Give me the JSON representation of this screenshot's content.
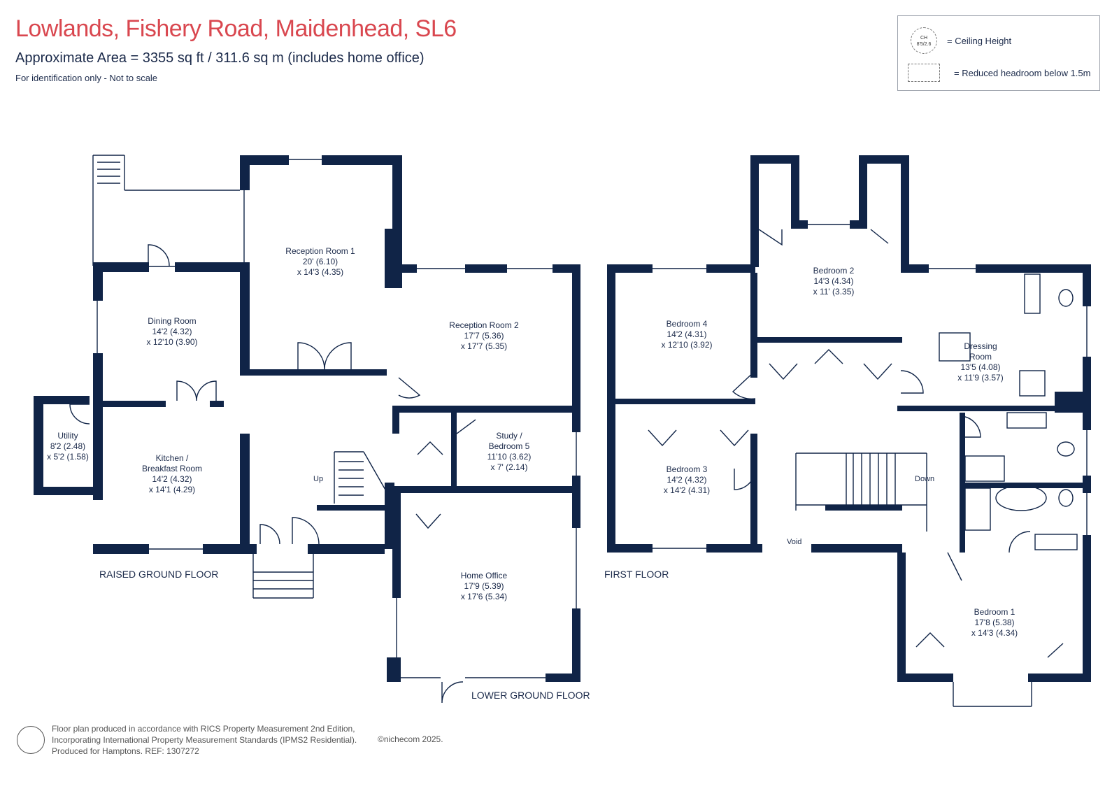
{
  "header": {
    "title": "Lowlands, Fishery Road, Maidenhead, SL6",
    "subtitle": "Approximate Area = 3355 sq ft / 311.6 sq m (includes home office)",
    "note": "For identification only - Not to scale"
  },
  "legend": {
    "ch_symbol": "CH\n8'5/2.6",
    "ceiling_height": "= Ceiling Height",
    "reduced_headroom": "= Reduced headroom below 1.5m"
  },
  "floors": {
    "raised_ground": "RAISED GROUND FLOOR",
    "lower_ground": "LOWER GROUND FLOOR",
    "first": "FIRST FLOOR"
  },
  "rooms": {
    "reception1": [
      "Reception Room 1",
      "20' (6.10)",
      "x 14'3 (4.35)"
    ],
    "dining": [
      "Dining Room",
      "14'2 (4.32)",
      "x 12'10 (3.90)"
    ],
    "reception2": [
      "Reception Room 2",
      "17'7 (5.36)",
      "x 17'7 (5.35)"
    ],
    "utility": [
      "Utility",
      "8'2 (2.48)",
      "x 5'2 (1.58)"
    ],
    "kitchen": [
      "Kitchen /",
      "Breakfast Room",
      "14'2 (4.32)",
      "x 14'1 (4.29)"
    ],
    "study": [
      "Study /",
      "Bedroom 5",
      "11'10 (3.62)",
      "x 7' (2.14)"
    ],
    "home_office": [
      "Home Office",
      "17'9 (5.39)",
      "x 17'6 (5.34)"
    ],
    "bedroom2": [
      "Bedroom 2",
      "14'3 (4.34)",
      "x 11' (3.35)"
    ],
    "bedroom4": [
      "Bedroom 4",
      "14'2 (4.31)",
      "x 12'10 (3.92)"
    ],
    "dressing": [
      "Dressing",
      "Room",
      "13'5 (4.08)",
      "x 11'9 (3.57)"
    ],
    "bedroom3": [
      "Bedroom 3",
      "14'2 (4.32)",
      "x 14'2 (4.31)"
    ],
    "bedroom1": [
      "Bedroom 1",
      "17'8 (5.38)",
      "x 14'3 (4.34)"
    ]
  },
  "labels": {
    "up": "Up",
    "down": "Down",
    "void": "Void"
  },
  "footer": {
    "line1": "Floor plan produced in accordance with RICS Property Measurement 2nd Edition,",
    "line2": "Incorporating International Property Measurement Standards (IPMS2 Residential).",
    "line3": "Produced for Hamptons.   REF: 1307272",
    "copyright": "©nichecom 2025."
  }
}
